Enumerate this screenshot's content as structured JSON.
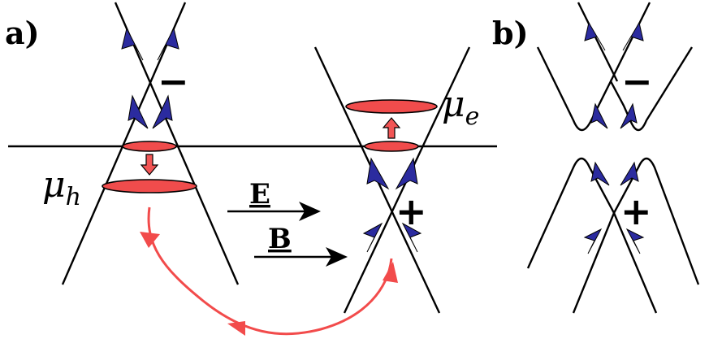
{
  "panel_a_label": "a)",
  "panel_b_label": "b)",
  "minus_sign": "−",
  "plus_sign": "+",
  "mu_h": {
    "symbol": "μ",
    "subscript": "h"
  },
  "mu_e": {
    "symbol": "μ",
    "subscript": "e"
  },
  "field_e_label": "E",
  "field_b_label": "B",
  "colors": {
    "chirality_arrow": "#2b2b9f",
    "fermi_surface": "#f04c4c",
    "pumping_curve": "#f24b4b",
    "lines": "#000000"
  },
  "icons": [
    "blue-chirality-arrow",
    "red-shift-arrow",
    "field-arrow",
    "curved-pumping-arrow"
  ]
}
